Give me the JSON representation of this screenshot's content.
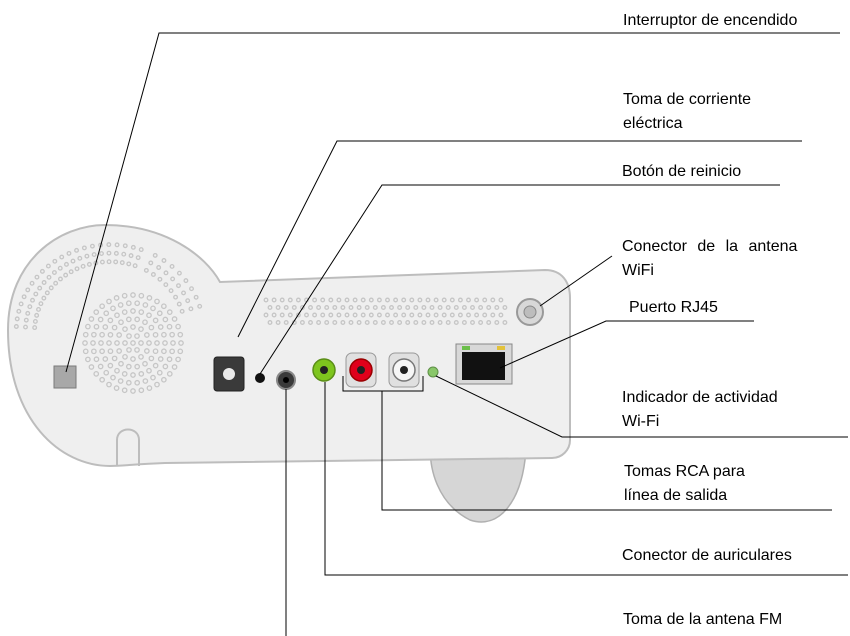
{
  "callouts": {
    "power_switch": {
      "lines": [
        "Interruptor de encendido"
      ]
    },
    "power_socket": {
      "lines": [
        "Toma de corriente",
        "eléctrica"
      ]
    },
    "reset_button": {
      "lines": [
        "Botón de reinicio"
      ]
    },
    "wifi_antenna_connector": {
      "lines": [
        "Conector  de  la  antena",
        "WiFi"
      ]
    },
    "rj45_port": {
      "lines": [
        "Puerto RJ45"
      ]
    },
    "wifi_activity_indicator": {
      "lines": [
        "Indicador de actividad",
        "Wi-Fi"
      ]
    },
    "rca_line_out": {
      "lines": [
        "Tomas RCA para",
        "línea de salida"
      ]
    },
    "headphone_connector": {
      "lines": [
        "Conector de auriculares"
      ]
    },
    "fm_antenna_socket": {
      "lines": [
        "Toma de la antena FM"
      ]
    }
  },
  "colors": {
    "device_body": "#efefef",
    "device_edge": "#bdbdbd",
    "speaker_holes": "#c6c6c6",
    "rca_red": "#e0001b",
    "rca_green": "#7ec51e",
    "rca_white": "#f2f2f2",
    "led_green": "#89c76a",
    "leader_line": "#000000"
  }
}
